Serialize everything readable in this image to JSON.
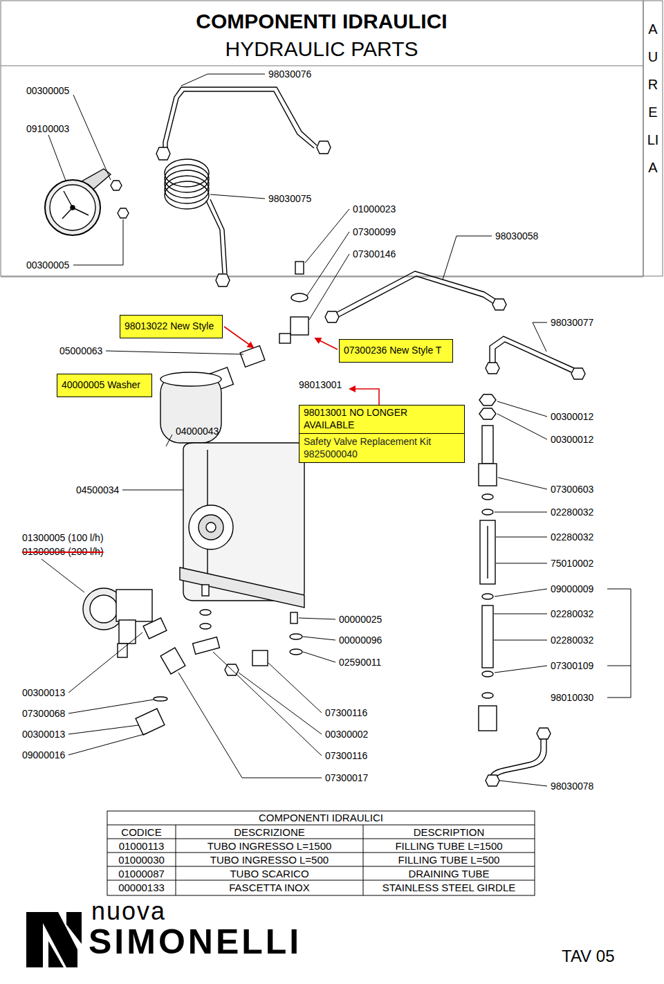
{
  "diagram": {
    "title": "COMPONENTI IDRAULICI",
    "nodes": [
      {
        "text": [
          "98013022 New Style"
        ]
      },
      {
        "text": [
          "07300236 New Style T"
        ]
      },
      {
        "text": [
          "40000005 Washer"
        ]
      },
      {
        "text": [
          "98013001 NO LONGER AVAILABLE",
          "Safety Valve Replacement Kit 9825000040"
        ]
      }
    ],
    "labels": [
      "HYDRAULIC PARTS",
      "AURELIA",
      "00300005",
      "09100003",
      "00300005",
      "98030076",
      "98030075",
      "01000023",
      "07300099",
      "07300146",
      "98030058",
      "98030077",
      "05000063",
      "98013001",
      "04000043",
      "00300012",
      "00300012",
      "04500034",
      "07300603",
      "02280032",
      "01300005 (100 l/h)",
      "02280032",
      "01300006 (200 l/h)",
      "75010002",
      "09000009",
      "00000025",
      "02280032",
      "00000096",
      "02280032",
      "02590011",
      "07300109",
      "00300013",
      "98010030",
      "07300068",
      "07300116",
      "00300013",
      "00300002",
      "09000016",
      "07300116",
      "07300017",
      "98030078",
      "COMPONENTI IDRAULICI",
      "CODICE",
      "DESCRIZIONE",
      "DESCRIPTION",
      "01000113",
      "TUBO INGRESSO L=1500",
      "FILLING TUBE L=1500",
      "01000030",
      "TUBO INGRESSO L=500",
      "FILLING TUBE L=500",
      "01000087",
      "TUBO SCARICO",
      "DRAINING TUBE",
      "00000133",
      "FASCETTA INOX",
      "STAINLESS STEEL GIRDLE",
      "nuova",
      "SIMONELLI",
      "TAV 05"
    ]
  }
}
